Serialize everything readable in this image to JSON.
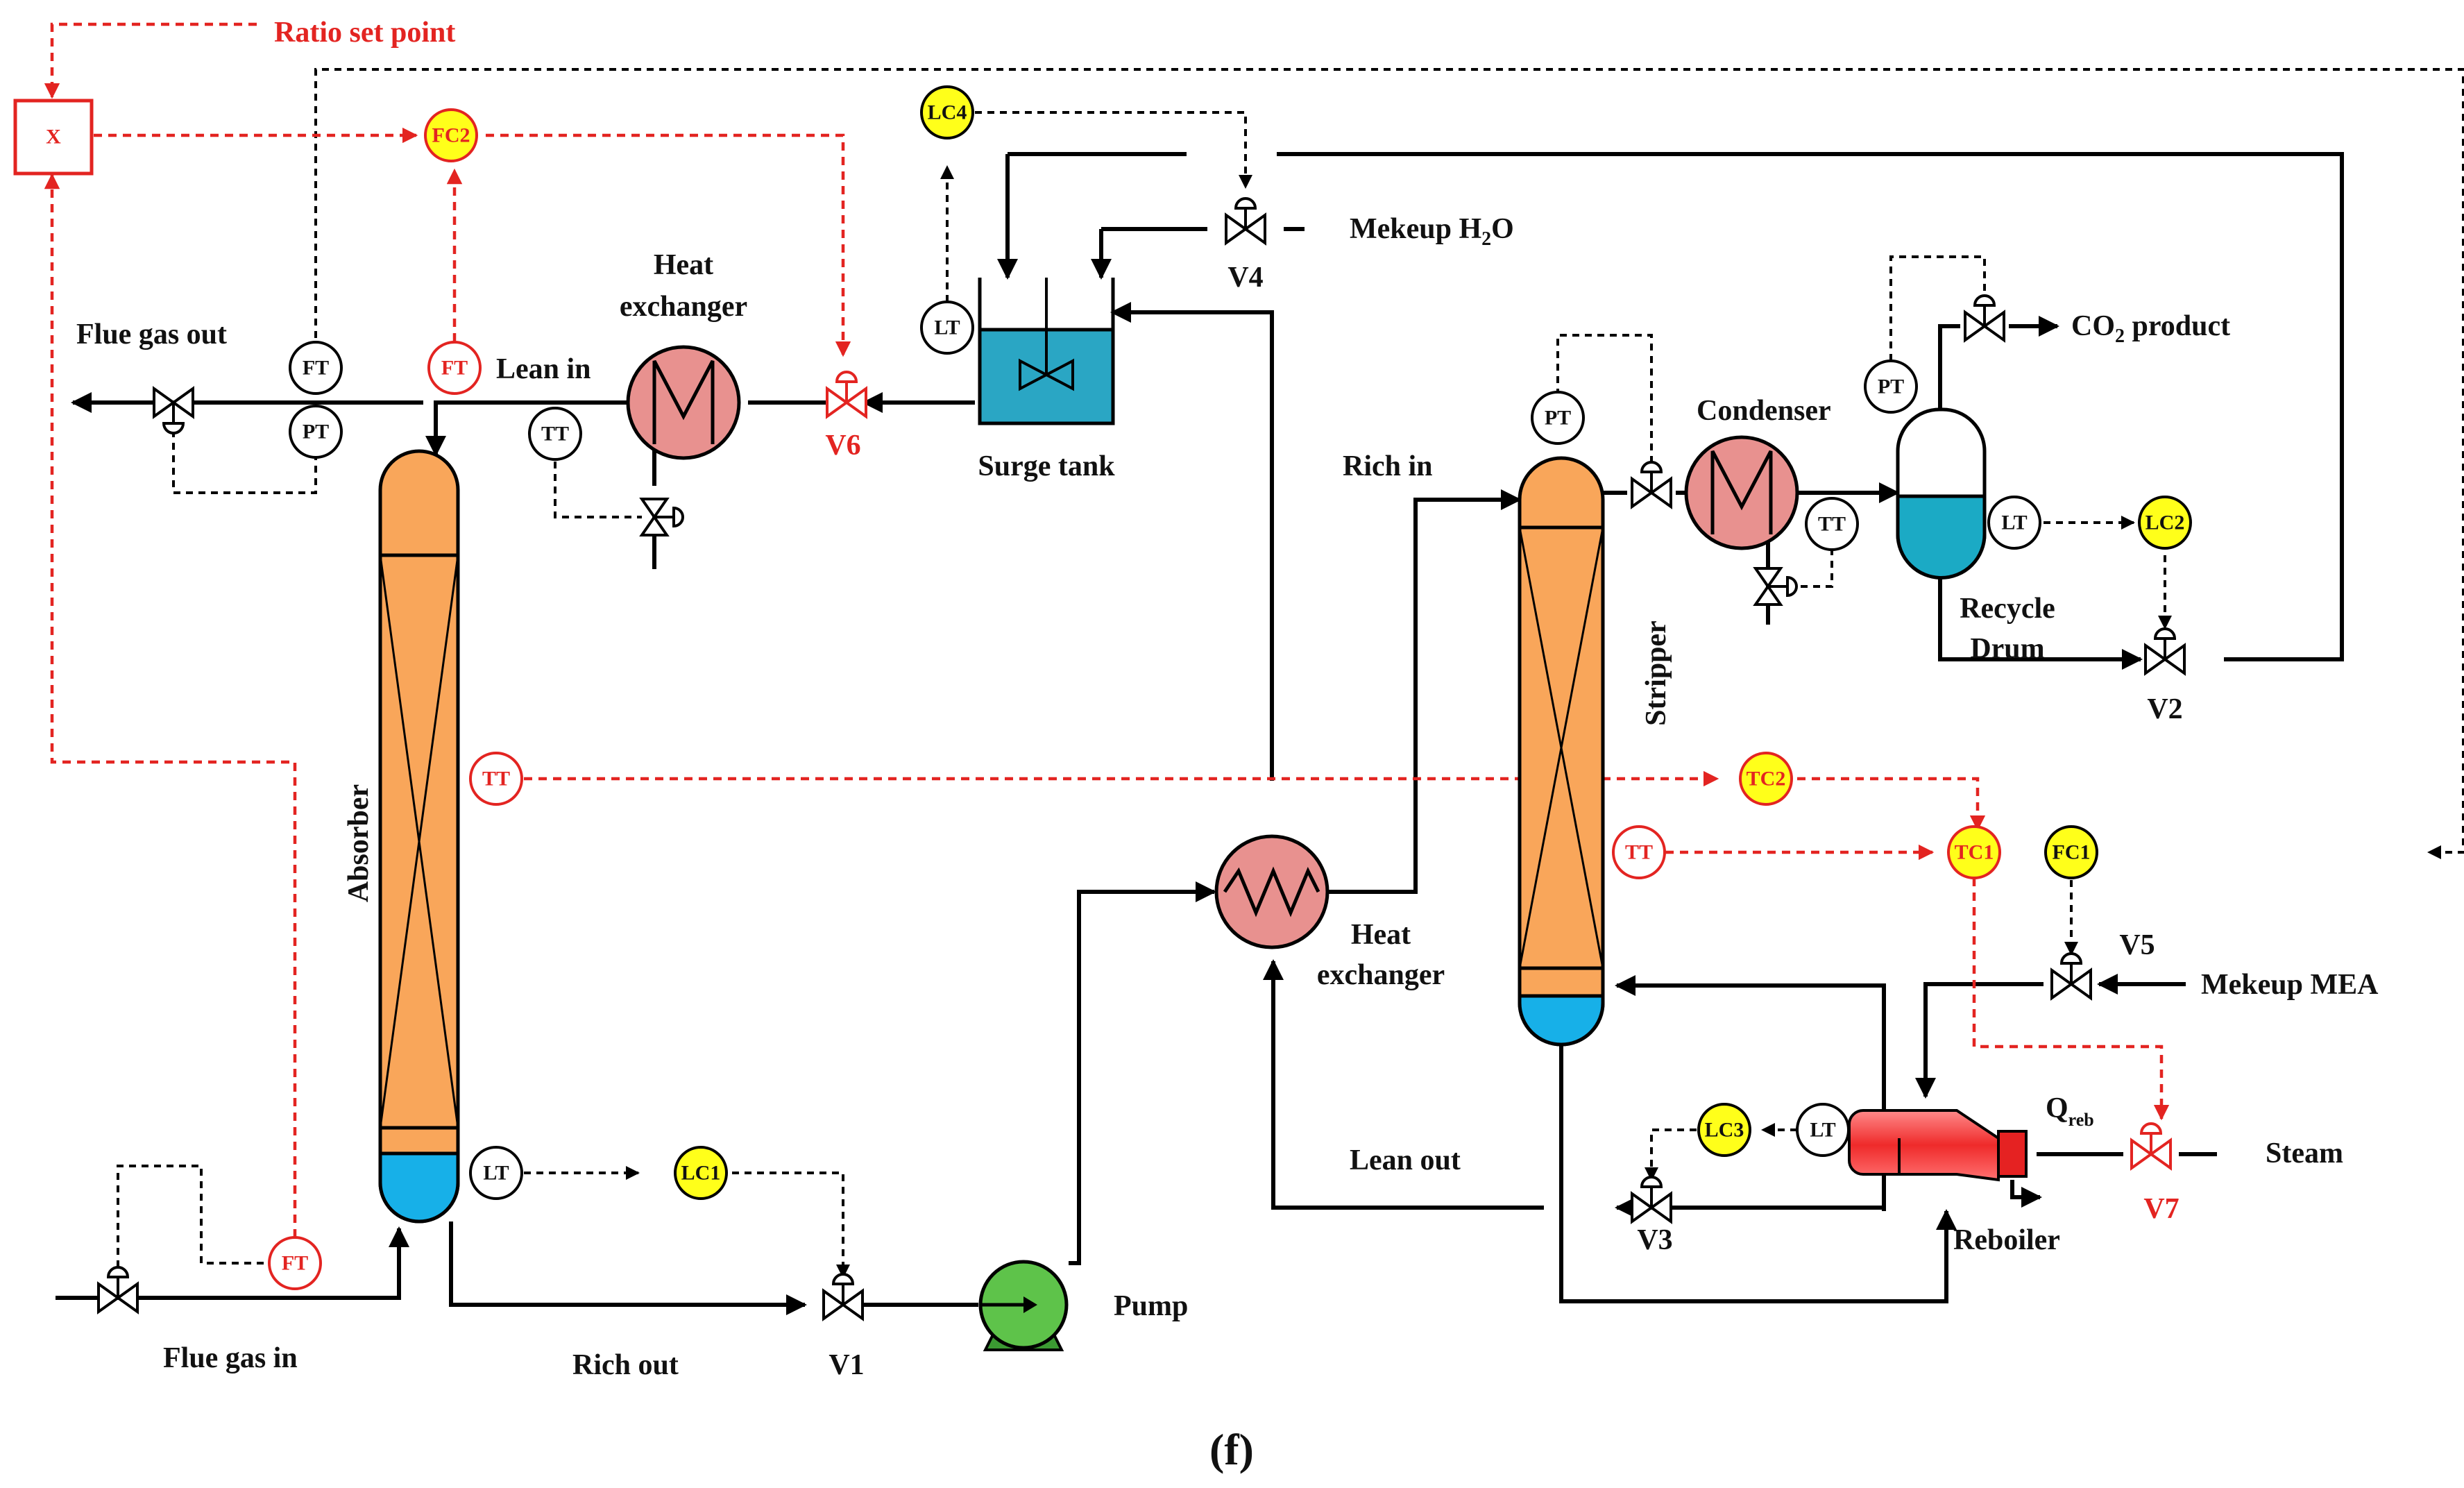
{
  "figure_caption": "(f)",
  "labels": {
    "ratio_set_point": "Ratio set point",
    "multiplier": "X",
    "flue_gas_out": "Flue gas out",
    "flue_gas_in": "Flue gas in",
    "lean_in": "Lean in",
    "heat_exchanger_top_1": "Heat",
    "heat_exchanger_top_2": "exchanger",
    "heat_exchanger_mid_1": "Heat",
    "heat_exchanger_mid_2": "exchanger",
    "surge_tank": "Surge tank",
    "makeup_h2o": "Mekeup H",
    "makeup_h2o_sub": "2",
    "makeup_h2o_tail": "O",
    "rich_in": "Rich in",
    "rich_out": "Rich out",
    "lean_out": "Lean out",
    "condenser": "Condenser",
    "co2_product": "CO",
    "co2_product_sub": "2",
    "co2_product_tail": " product",
    "recycle_drum_1": "Recycle",
    "recycle_drum_2": "Drum",
    "stripper": "Stripper",
    "absorber": "Absorber",
    "pump": "Pump",
    "reboiler": "Reboiler",
    "makeup_mea": "Mekeup MEA",
    "steam": "Steam",
    "qreb": "Q",
    "qreb_sub": "reb"
  },
  "valves": {
    "v1": "V1",
    "v2": "V2",
    "v3": "V3",
    "v4": "V4",
    "v5": "V5",
    "v6": "V6",
    "v7": "V7"
  },
  "instruments": {
    "fc2": "FC2",
    "ft_abs_top": "FT",
    "pt_abs_top": "PT",
    "ft_lean": "FT",
    "tt_lean": "TT",
    "lt_surge": "LT",
    "lc4": "LC4",
    "tt_abs": "TT",
    "lt_abs": "LT",
    "lc1": "LC1",
    "ft_feed": "FT",
    "pt_strip": "PT",
    "tt_cond": "TT",
    "pt_drum": "PT",
    "lt_drum": "LT",
    "lc2": "LC2",
    "tc2": "TC2",
    "tc1": "TC1",
    "tt_strip": "TT",
    "fc1": "FC1",
    "lc3": "LC3",
    "lt_reb": "LT"
  },
  "colors": {
    "column_orange": "#f9a65a",
    "liquid_blue": "#17b0e8",
    "surge_tank_fill": "#2aa6c4",
    "drum_liquid": "#1baac5",
    "heat_exchanger_pink": "#e8918f",
    "controller_yellow": "#ffff1a",
    "signal_red": "#e32421",
    "pump_green": "#5ec34a",
    "reboiler_red": "#ef3333"
  }
}
